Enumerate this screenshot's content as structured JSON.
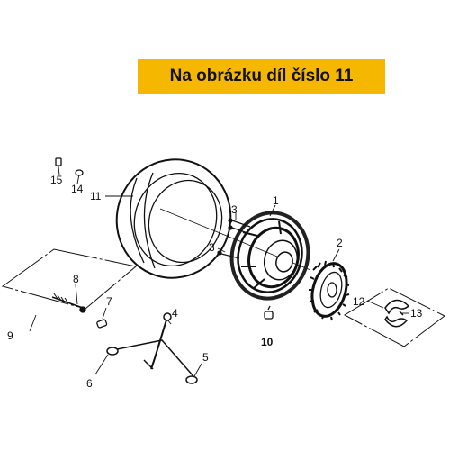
{
  "banner": {
    "text": "Na obrázku díl číslo 11",
    "color": "#f5b700"
  },
  "highlighted_part": "11",
  "parts": [
    {
      "id": "1",
      "label": "1"
    },
    {
      "id": "2",
      "label": "2"
    },
    {
      "id": "3a",
      "label": "3"
    },
    {
      "id": "3b",
      "label": "3"
    },
    {
      "id": "4",
      "label": "4"
    },
    {
      "id": "5",
      "label": "5"
    },
    {
      "id": "6",
      "label": "6"
    },
    {
      "id": "7",
      "label": "7"
    },
    {
      "id": "8",
      "label": "8"
    },
    {
      "id": "9",
      "label": "9"
    },
    {
      "id": "10",
      "label": "10"
    },
    {
      "id": "11",
      "label": "11"
    },
    {
      "id": "12",
      "label": "12"
    },
    {
      "id": "13",
      "label": "13"
    },
    {
      "id": "14",
      "label": "14"
    },
    {
      "id": "15",
      "label": "15"
    }
  ],
  "icons": {
    "tire": "tire-icon",
    "wheel_rim": "wheel-rim-icon",
    "brake_drum": "brake-drum-icon",
    "brake_shoe": "brake-shoe-icon",
    "cable": "brake-cable-icon"
  }
}
